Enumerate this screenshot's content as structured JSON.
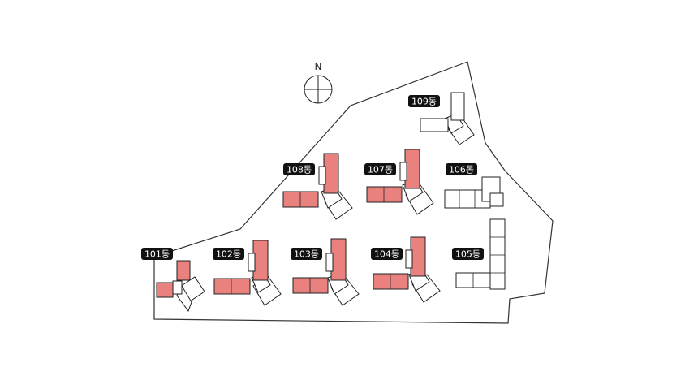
{
  "compass": {
    "north_label": "N"
  },
  "buildings": [
    {
      "id": "101",
      "label": "101동",
      "highlighted": true
    },
    {
      "id": "102",
      "label": "102동",
      "highlighted": true
    },
    {
      "id": "103",
      "label": "103동",
      "highlighted": true
    },
    {
      "id": "104",
      "label": "104동",
      "highlighted": true
    },
    {
      "id": "105",
      "label": "105동",
      "highlighted": false
    },
    {
      "id": "106",
      "label": "106동",
      "highlighted": false
    },
    {
      "id": "107",
      "label": "107동",
      "highlighted": true
    },
    {
      "id": "108",
      "label": "108동",
      "highlighted": true
    },
    {
      "id": "109",
      "label": "109동",
      "highlighted": false
    }
  ],
  "colors": {
    "highlight_fill": "#e9827f",
    "outline": "#222222",
    "label_bg": "#111111",
    "label_text": "#ffffff"
  }
}
